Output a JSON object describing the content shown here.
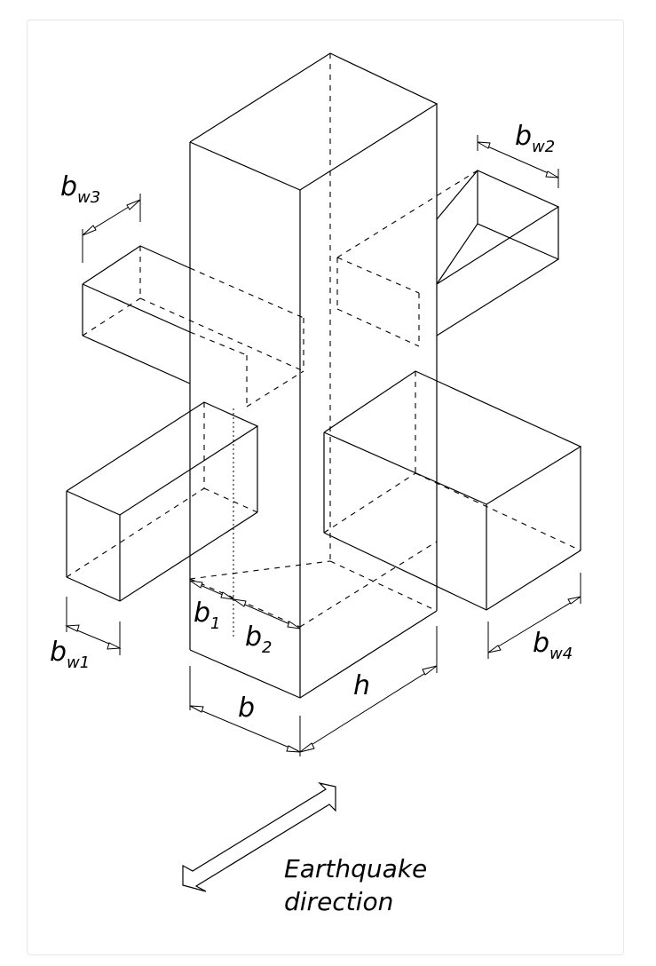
{
  "labels": {
    "bw1": {
      "base": "b",
      "sub": "w1"
    },
    "bw2": {
      "base": "b",
      "sub": "w2"
    },
    "bw3": {
      "base": "b",
      "sub": "w3"
    },
    "bw4": {
      "base": "b",
      "sub": "w4"
    },
    "b1": {
      "base": "b",
      "sub": "1"
    },
    "b2": {
      "base": "b",
      "sub": "2"
    },
    "b": "b",
    "h": "h"
  },
  "caption": {
    "line1": "Earthquake",
    "line2": "direction"
  }
}
